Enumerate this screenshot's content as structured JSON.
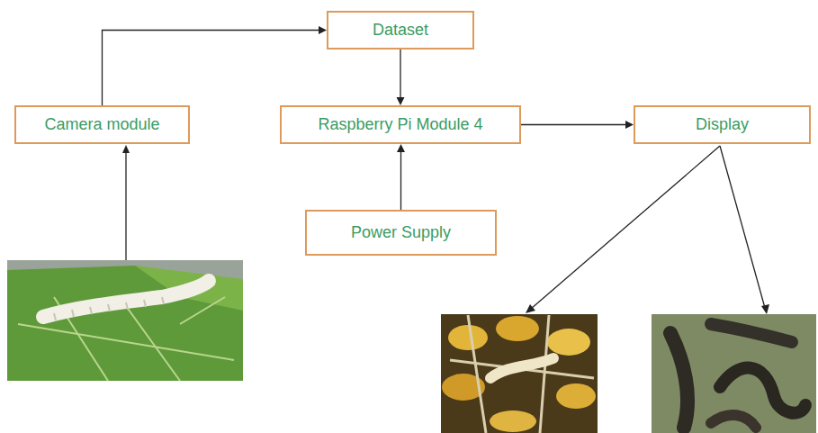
{
  "diagram": {
    "nodes": [
      {
        "text": [
          "Dataset"
        ]
      },
      {
        "text": [
          "Camera module"
        ]
      },
      {
        "text": [
          "Raspberry Pi Module 4"
        ]
      },
      {
        "text": [
          "Display"
        ]
      },
      {
        "text": [
          "Power Supply"
        ]
      }
    ],
    "edges": [
      {
        "from": 1,
        "to": 0,
        "arrow": "to"
      },
      {
        "from": 0,
        "to": 2,
        "arrow": "to"
      },
      {
        "from": 2,
        "to": 3,
        "arrow": "to"
      },
      {
        "from": 4,
        "to": 2,
        "arrow": "to"
      }
    ]
  }
}
